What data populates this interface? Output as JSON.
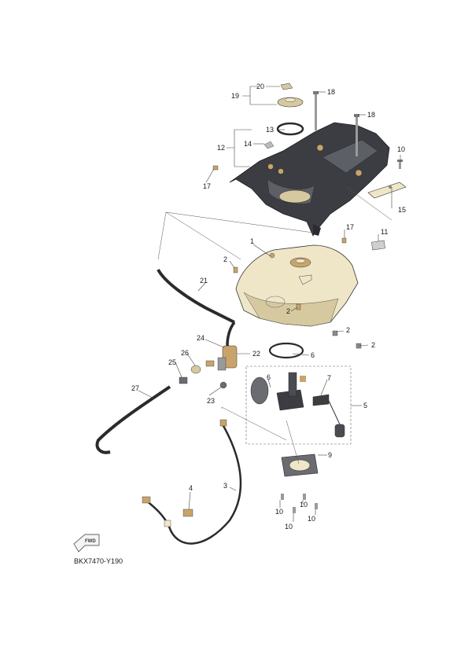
{
  "drawing_code": "BKX7470-Y190",
  "fwd_label": "FWD",
  "callouts": {
    "c1": "1",
    "c2a": "2",
    "c2b": "2",
    "c2c": "2",
    "c2d": "2",
    "c3": "3",
    "c4": "4",
    "c5": "5",
    "c6a": "6",
    "c6b": "6",
    "c7": "7",
    "c9": "9",
    "c10a": "10",
    "c10b": "10",
    "c10c": "10",
    "c10d": "10",
    "c10e": "10",
    "c11": "11",
    "c12": "12",
    "c13": "13",
    "c14": "14",
    "c15": "15",
    "c17a": "17",
    "c17b": "17",
    "c18a": "18",
    "c18b": "18",
    "c19": "19",
    "c20": "20",
    "c21": "21",
    "c22": "22",
    "c23": "23",
    "c24": "24",
    "c25": "25",
    "c26": "26",
    "c27": "27"
  },
  "colors": {
    "tank": "#efe6c8",
    "tank_shade": "#d6c9a0",
    "cover": "#3b3d42",
    "cover_light": "#5c5f66",
    "metal": "#c9a46a",
    "hose": "#2b2b2b"
  }
}
